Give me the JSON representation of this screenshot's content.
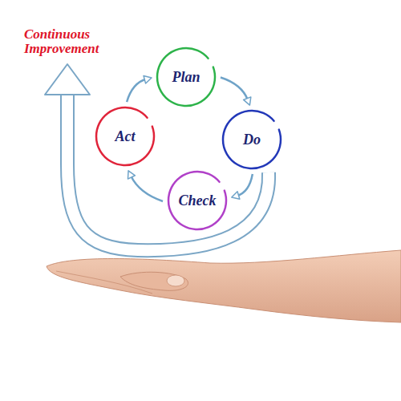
{
  "diagram": {
    "nodes": [
      {
        "text": [
          "Plan"
        ]
      },
      {
        "text": [
          "Do"
        ]
      },
      {
        "text": [
          "Check"
        ]
      },
      {
        "text": [
          "Act"
        ]
      }
    ],
    "edges": [
      {
        "from": 0,
        "to": 1,
        "arrow": "to"
      },
      {
        "from": 1,
        "to": 2,
        "arrow": "to"
      },
      {
        "from": 2,
        "to": 3,
        "arrow": "to"
      },
      {
        "from": 3,
        "to": 0,
        "arrow": "to"
      }
    ],
    "labels": [
      "Continuous Improvement"
    ]
  }
}
